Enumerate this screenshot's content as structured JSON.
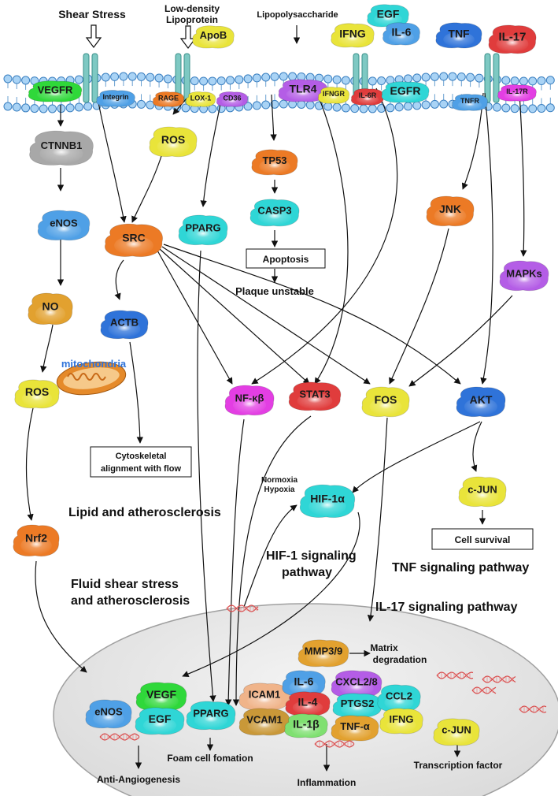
{
  "stimuli": {
    "shear_stress": "Shear Stress",
    "ldl": [
      "Low-density",
      "Lipoprotein"
    ],
    "lps": "Lipopolysaccharide"
  },
  "ligands": {
    "apob": "ApoB",
    "egf": "EGF",
    "ifng": "IFNG",
    "il6": "IL-6",
    "tnf": "TNF",
    "il17": "IL-17"
  },
  "receptors": {
    "vegfr": "VEGFR",
    "integrin": "Integrin",
    "rage": "RAGE",
    "lox1": "LOX-1",
    "cd36": "CD36",
    "tlr4": "TLR4",
    "ifngr": "IFNGR",
    "il6r": "IL-6R",
    "egfr": "EGFR",
    "tnfr": "TNFR",
    "il17r": "IL-17R"
  },
  "nodes": {
    "ctnnb1": "CTNNB1",
    "enos": "eNOS",
    "no": "NO",
    "mitochondria": "mitochondria",
    "ros_mito": "ROS",
    "ros": "ROS",
    "src": "SRC",
    "actb": "ACTB",
    "pparg": "PPARG",
    "tp53": "TP53",
    "casp3": "CASP3",
    "jnk": "JNK",
    "mapks": "MAPKs",
    "nfkb": "NF-κβ",
    "stat3": "STAT3",
    "fos": "FOS",
    "akt": "AKT",
    "hif1a": "HIF-1α",
    "cjun": "c-JUN",
    "nrf2": "Nrf2"
  },
  "boxes": {
    "apoptosis": "Apoptosis",
    "cytoskeletal": [
      "Cytoskeletal",
      "alignment with flow"
    ],
    "cell_survival": "Cell survival"
  },
  "texts": {
    "plaque": "Plaque unstable",
    "normoxia": "Normoxia",
    "hypoxia": "Hypoxia"
  },
  "pathways": {
    "lipid": "Lipid and atherosclerosis",
    "fluid": [
      "Fluid shear stress",
      "and atherosclerosis"
    ],
    "hif1": [
      "HIF-1 signaling",
      "pathway"
    ],
    "tnf": "TNF signaling pathway",
    "il17": "IL-17 signaling pathway"
  },
  "nucleus": {
    "enos": "eNOS",
    "vegf": "VEGF",
    "egf": "EGF",
    "pparg": "PPARG",
    "mmp": "MMP3/9",
    "icam1": "ICAM1",
    "vcam1": "VCAM1",
    "il6": "IL-6",
    "il4": "IL-4",
    "il1b": "IL-1β",
    "cxcl": "CXCL2/8",
    "ptgs2": "PTGS2",
    "tnfa": "TNF-α",
    "ccl2": "CCL2",
    "ifng": "IFNG",
    "cjun": "c-JUN"
  },
  "outcomes": {
    "matrix": [
      "Matrix",
      "degradation"
    ],
    "foam": "Foam cell fomation",
    "anti": "Anti-Angiogenesis",
    "inflam": "Inflammation",
    "tf": "Transcription factor"
  },
  "colors": {
    "green": "#2fd83a",
    "gray": "#a8a8a8",
    "blue": "#2f73d9",
    "orange": "#ec7a25",
    "yellow": "#e9e43a",
    "cyan": "#2fd6d6",
    "magenta": "#e33ee3",
    "red": "#e03c3c",
    "purple": "#b45de6",
    "lightblue": "#4fa0e6",
    "peach": "#f0b48a",
    "brown": "#c99838",
    "amber": "#e2a12f",
    "lightgreen": "#7fe071"
  }
}
